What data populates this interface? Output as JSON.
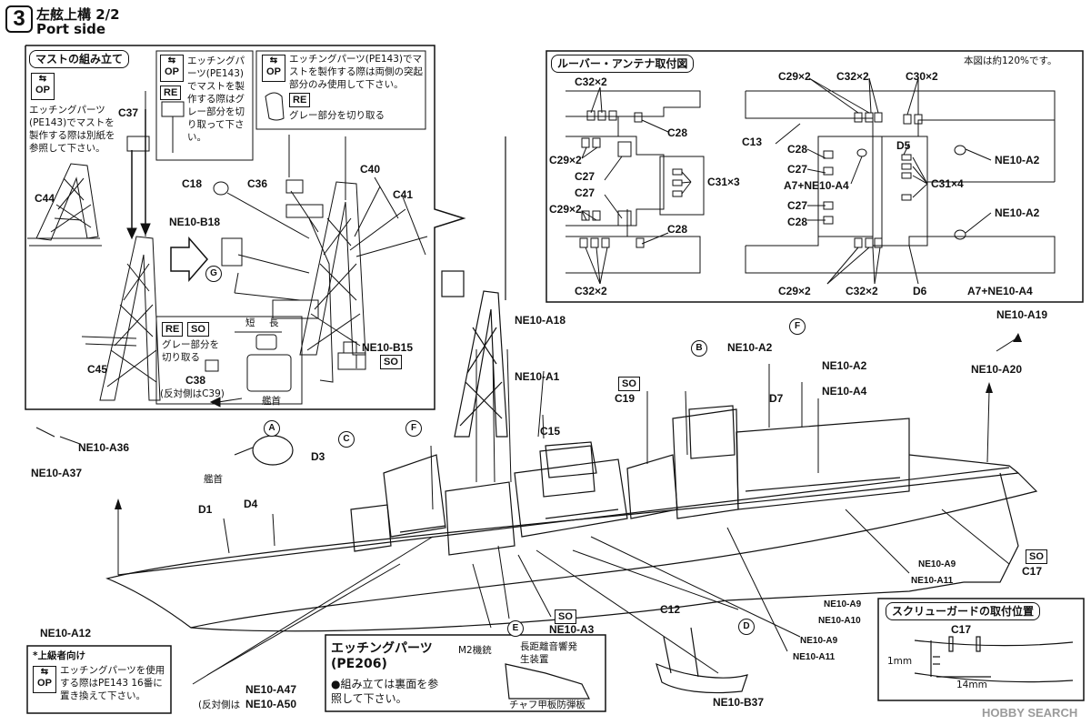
{
  "header": {
    "step_number": "3",
    "title": "左舷上構 2/2",
    "subtitle": "Port side"
  },
  "mast_panel": {
    "title": "マストの組み立て",
    "op_note": "エッチングパーツ(PE143)でマストを製作する際は別紙を参照して下さい。",
    "op_note2": "エッチングパーツ(PE143)でマストを製作する際はグレー部分を切り取って下さい。",
    "op_note3": "エッチングパーツ(PE143)でマストを製作する際は両側の突起部分のみ使用して下さい。",
    "re_note3": "グレー部分を切り取る",
    "re_so_note": "グレー部分を切り取る",
    "dim_short": "短",
    "dim_long": "長",
    "c39_note": "(反対側はC39)",
    "bow_label": "艦首"
  },
  "louver_panel": {
    "title": "ルーバー・アンテナ取付図",
    "scale_note": "本図は約120%です。"
  },
  "screw_panel": {
    "title": "スクリューガードの取付位置",
    "dim_1mm": "1mm",
    "dim_14mm": "14mm",
    "part": "C17"
  },
  "etching_panel": {
    "title": "エッチングパーツ",
    "code": "(PE206)",
    "note": "●組み立ては裏面を参照して下さい。",
    "m2": "M2機銃",
    "lrad": "長距離音響発生装置",
    "chaff": "チャフ甲板防弾板"
  },
  "advanced_note": {
    "title": "*上級者向け",
    "text": "エッチングパーツを使用する際はPE143 16番に置き換えて下さい。"
  },
  "icons": {
    "op": "OP",
    "re": "RE",
    "so": "SO"
  },
  "parts": {
    "C37": "C37",
    "C44": "C44",
    "C45": "C45",
    "C18": "C18",
    "C36": "C36",
    "C40": "C40",
    "C41": "C41",
    "NE10-B18": "NE10-B18",
    "G": "G",
    "NE10-B15": "NE10-B15",
    "C38": "C38",
    "NE10-A18": "NE10-A18",
    "NE10-A1": "NE10-A1",
    "C15": "C15",
    "C19": "C19",
    "B": "B",
    "NE10-A2a": "NE10-A2",
    "NE10-A2b": "NE10-A2",
    "F1": "F",
    "F2": "F",
    "D7": "D7",
    "NE10-A4": "NE10-A4",
    "NE10-A19": "NE10-A19",
    "NE10-A20": "NE10-A20",
    "NE10-A36": "NE10-A36",
    "NE10-A37": "NE10-A37",
    "A": "A",
    "C": "C",
    "D3": "D3",
    "D4": "D4",
    "D1": "D1",
    "NE10-A12": "NE10-A12",
    "NE10-A47": "NE10-A47",
    "NE10-A50": "NE10-A50",
    "NE10-A50_note": "(反対側は",
    "E": "E",
    "NE10-A3": "NE10-A3",
    "C12": "C12",
    "D": "D",
    "NE10-B37": "NE10-B37",
    "NE10-A9": "NE10-A9",
    "NE10-A11": "NE10-A11",
    "NE10-A10": "NE10-A10",
    "C17": "C17",
    "bow_label": "艦首"
  },
  "louver_labels": {
    "l1": "C32×2",
    "l2": "C28",
    "l3": "C29×2",
    "l4": "C27",
    "l5": "C27",
    "l6": "C31×3",
    "l7": "C29×2",
    "l8": "C28",
    "l9": "C32×2",
    "r1": "C29×2",
    "r2": "C32×2",
    "r3": "C30×2",
    "r4": "C13",
    "r5": "C28",
    "r6": "D5",
    "r7": "NE10-A2",
    "r8": "C27",
    "r9": "A7+NE10-A4",
    "r10": "C31×4",
    "r11": "C27",
    "r12": "NE10-A2",
    "r13": "C28",
    "r14": "C29×2",
    "r15": "C32×2",
    "r16": "D6",
    "r17": "A7+NE10-A4"
  },
  "watermark": "HOBBY SEARCH"
}
